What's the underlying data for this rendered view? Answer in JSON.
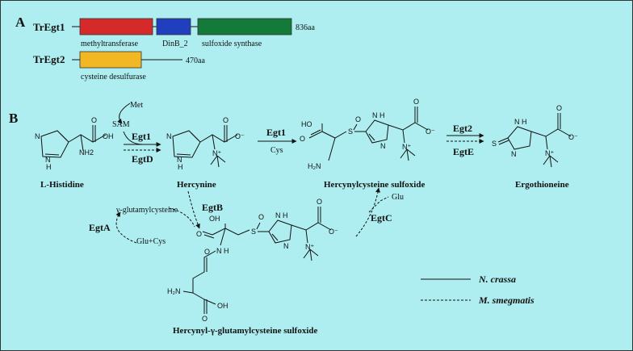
{
  "panels": {
    "a": "A",
    "b": "B"
  },
  "genes": [
    {
      "name": "TrEgt1",
      "length": "836aa",
      "domains": [
        {
          "label": "methyltransferase",
          "color": "#d42a2a"
        },
        {
          "label": "DinB_2",
          "color": "#1f3fbf"
        },
        {
          "label": "sulfoxide synthase",
          "color": "#147a3a"
        }
      ]
    },
    {
      "name": "TrEgt2",
      "length": "470aa",
      "domains": [
        {
          "label": "cysteine desulfurase",
          "color": "#f2b824"
        }
      ]
    }
  ],
  "compounds": {
    "histidine": "L-Histidine",
    "hercynine": "Hercynine",
    "hcs": "Hercynylcysteine sulfoxide",
    "ergo": "Ergothioneine",
    "hgcs": "Hercynyl-γ-glutamylcysteine sulfoxide"
  },
  "reagents": {
    "met": "Met",
    "sam": "SAM",
    "cys": "Cys",
    "glu": "Glu",
    "gammaglu": "γ-glutamylcysteine",
    "glucys": "Glu+Cys"
  },
  "enzymes": {
    "egt1a": "Egt1",
    "egtd": "EgtD",
    "egt1b": "Egt1",
    "egt2": "Egt2",
    "egte": "EgtE",
    "egtb": "EgtB",
    "egta": "EgtA",
    "egtc": "EgtC"
  },
  "atoms": {
    "n": "N",
    "h": "H",
    "nh": "N H",
    "nh2": "NH2",
    "h2n": "H₂N",
    "o": "O",
    "oh": "OH",
    "ho": "HO",
    "ominus": "O⁻",
    "nplus": "N⁺",
    "s": "S",
    "soxide": "S",
    "oxo": "O",
    "thione": "S"
  },
  "legend": {
    "solid": "N. crassa",
    "dashed": "M. smegmatis"
  }
}
